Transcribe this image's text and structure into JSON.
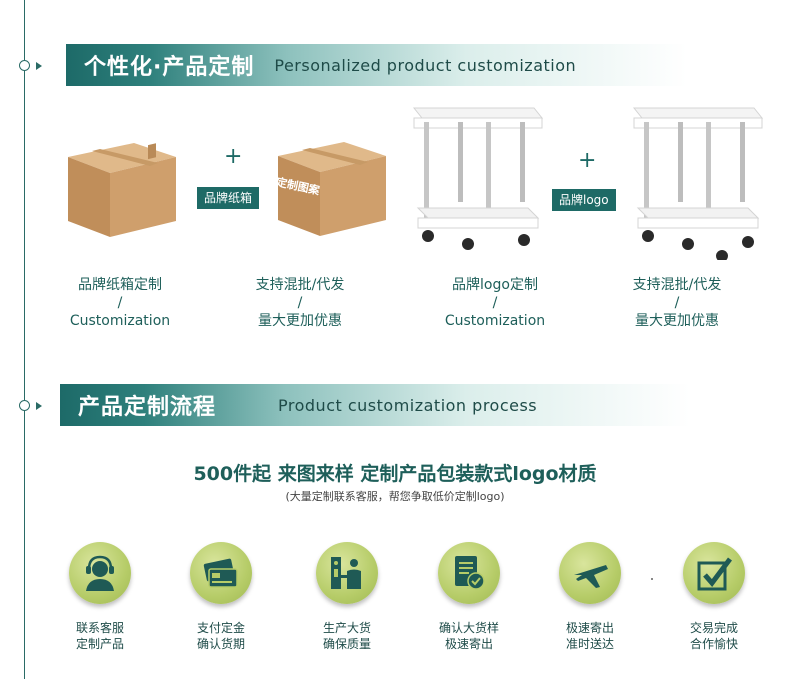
{
  "section1": {
    "title_zh": "个性化·产品定制",
    "title_en": "Personalized product customization",
    "tag_box": "品牌纸箱",
    "box_print": "定制图案",
    "tag_logo": "品牌logo",
    "plus": "+",
    "captions": [
      {
        "line1": "品牌纸箱定制",
        "line2": "/",
        "line3": "Customization"
      },
      {
        "line1": "支持混批/代发",
        "line2": "/",
        "line3": "量大更加优惠"
      },
      {
        "line1": "品牌logo定制",
        "line2": "/",
        "line3": "Customization"
      },
      {
        "line1": "支持混批/代发",
        "line2": "/",
        "line3": "量大更加优惠"
      }
    ]
  },
  "section2": {
    "title_zh": "产品定制流程",
    "title_en": "Product customization process",
    "headline": "500件起 来图来样 定制产品包装款式logo材质",
    "subline": "(大量定制联系客服，帮您争取低价定制logo)",
    "steps": [
      {
        "icon": "headset-agent-icon",
        "line1": "联系客服",
        "line2": "定制产品"
      },
      {
        "icon": "payment-card-icon",
        "line1": "支付定金",
        "line2": "确认货期"
      },
      {
        "icon": "factory-worker-icon",
        "line1": "生产大货",
        "line2": "确保质量"
      },
      {
        "icon": "document-check-icon",
        "line1": "确认大货样",
        "line2": "极速寄出"
      },
      {
        "icon": "airplane-icon",
        "line1": "极速寄出",
        "line2": "准时送达"
      },
      {
        "icon": "checkbox-icon",
        "line1": "交易完成",
        "line2": "合作愉快"
      }
    ]
  },
  "colors": {
    "accent": "#1e6a66",
    "circle": "#b6cc68",
    "icon": "#1f5a55"
  }
}
